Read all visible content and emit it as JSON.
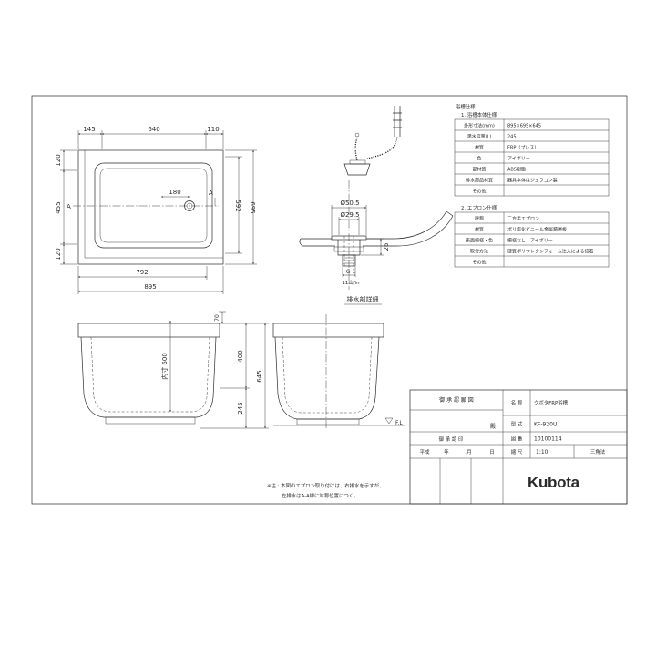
{
  "drawing": {
    "plan_view": {
      "top_dims": [
        "145",
        "640",
        "110"
      ],
      "left_dims": [
        "120",
        "455",
        "120"
      ],
      "right_dims": [
        "592",
        "695"
      ],
      "bottom_dims": [
        "792",
        "895"
      ],
      "drain_offset": "180",
      "section_mark": "A"
    },
    "drain_detail": {
      "title": "排水部詳細",
      "flange_dia": "Ø50.5",
      "bore_dia": "Ø29.5",
      "height": "26",
      "thread": "G 1",
      "pitch": "11山/in"
    },
    "front_view": {
      "inner_depth": "内寸 600",
      "rim": "70",
      "upper": "400",
      "total": "645",
      "lower": "245"
    },
    "side_view": {
      "floor_label": "F.L"
    }
  },
  "spec": {
    "heading": "浴槽仕様",
    "body": {
      "title": "1. 浴槽本体仕様",
      "rows": [
        {
          "label": "外形寸法(mm)",
          "value": "895×695×645"
        },
        {
          "label": "満水容量(L)",
          "value": "245"
        },
        {
          "label": "材質",
          "value": "FRP（プレス）"
        },
        {
          "label": "色",
          "value": "アイボリー"
        },
        {
          "label": "部材質",
          "value": "ABS樹脂"
        },
        {
          "label": "排水部品材質",
          "value": "器具本体はジュラコン製"
        },
        {
          "label": "その他",
          "value": ""
        }
      ]
    },
    "apron": {
      "title": "2. エプロン仕様",
      "rows": [
        {
          "label": "呼称",
          "value": "二方半エプロン"
        },
        {
          "label": "材質",
          "value": "ポリ塩化ビニール金属積層板"
        },
        {
          "label": "表面模様・色",
          "value": "模様なし・アイボリー"
        },
        {
          "label": "取付方法",
          "value": "硬質ポリウレタンフォーム注入による接着"
        },
        {
          "label": "その他",
          "value": ""
        }
      ]
    }
  },
  "note": {
    "line1": "※注 : 本図のエプロン取り付けは、右排水を示すが、",
    "line2": "左排水はA-A線に対称位置につく。"
  },
  "title_block": {
    "approval_header": "御 承 認 願 図",
    "customer_suffix": "殿",
    "approval_stamp": "御 承 認 印",
    "date": {
      "era": "平成",
      "year": "年",
      "month": "月",
      "day": "日"
    },
    "name_label": "名 称",
    "name_value": "クボタFRP浴槽",
    "model_label": "型 式",
    "model_value": "KF-920U",
    "drawing_no_label": "図 番",
    "drawing_no_value": "10100114",
    "scale_label": "縮 尺",
    "scale_value": "1:10",
    "projection": "三角法"
  },
  "logo": "Kubota"
}
